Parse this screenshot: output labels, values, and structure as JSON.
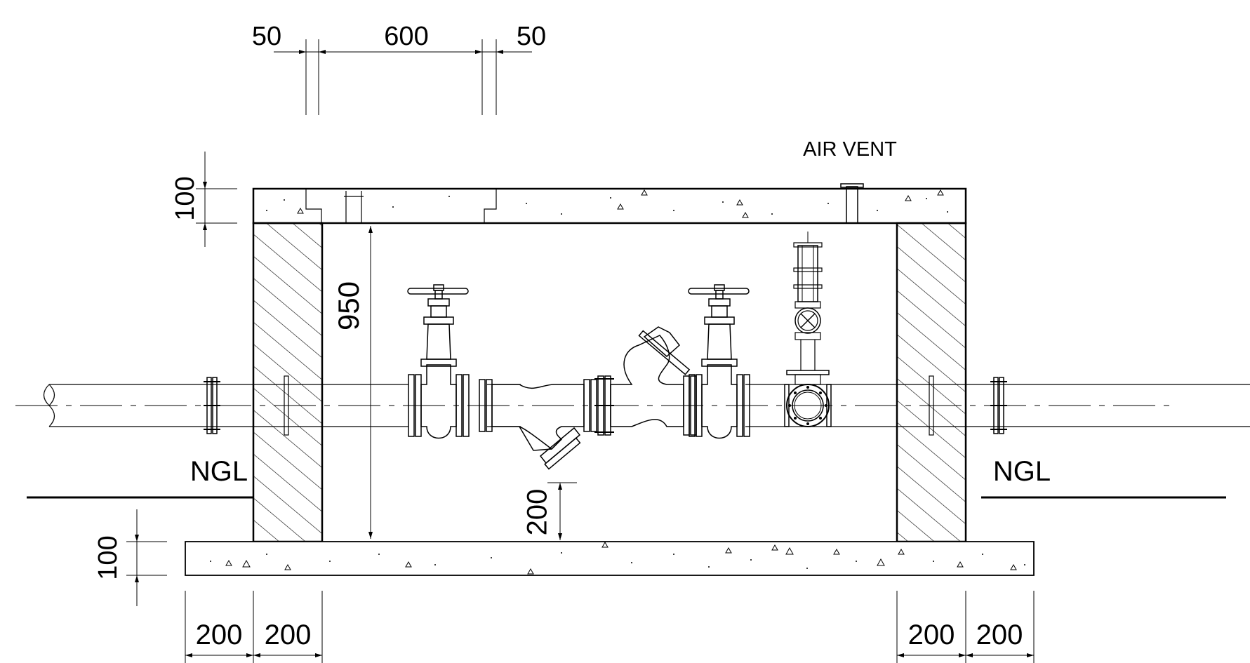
{
  "drawing": {
    "labels": {
      "air_vent": "AIR VENT",
      "ngl_left": "NGL",
      "ngl_right": "NGL"
    },
    "dimensions": {
      "top_left_gap": "50",
      "top_span": "600",
      "top_right_gap": "50",
      "slab_thickness": "100",
      "chamber_depth": "950",
      "base_thickness": "100",
      "clearance": "200",
      "bottom_left_1": "200",
      "bottom_left_2": "200",
      "bottom_right_1": "200",
      "bottom_right_2": "200"
    }
  }
}
